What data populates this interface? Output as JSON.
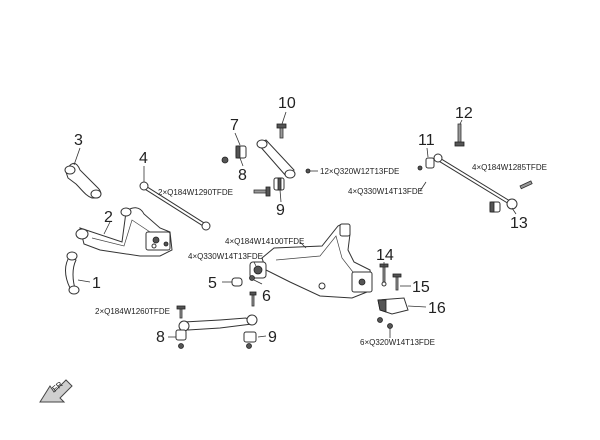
{
  "callouts": {
    "c1": "1",
    "c2": "2",
    "c3": "3",
    "c4": "4",
    "c5": "5",
    "c6": "6",
    "c7": "7",
    "c8a": "8",
    "c8b": "8",
    "c9a": "9",
    "c9b": "9",
    "c10": "10",
    "c11": "11",
    "c12": "12",
    "c13": "13",
    "c14": "14",
    "c15": "15",
    "c16": "16"
  },
  "part_codes": {
    "q184w1290": "2×Q184W1290TFDE",
    "q184w14100": "4×Q184W14100TFDE",
    "q330w14t13_left": "4×Q330W14T13FDE",
    "q184w1260": "2×Q184W1260TFDE",
    "q320w12t13": "12×Q320W12T13FDE",
    "q330w14t13_right": "4×Q330W14T13FDE",
    "q184w1285": "4×Q184W1285TFDE",
    "q320w14t13": "6×Q320W14T13FDE"
  },
  "direction_marker": "FR"
}
